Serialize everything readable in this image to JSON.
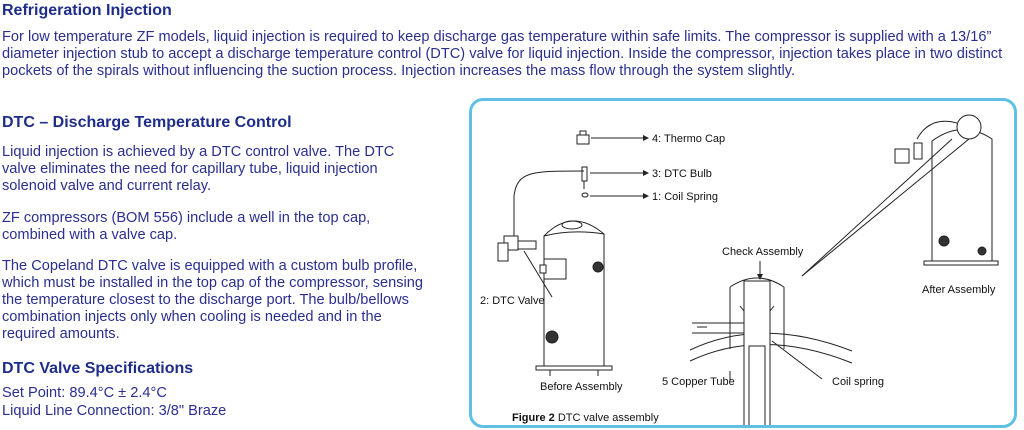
{
  "section": {
    "title": "Refrigeration Injection",
    "intro": "For low temperature ZF models, liquid injection is required to keep discharge gas temperature within safe limits. The compressor is supplied with a 13/16” diameter injection stub to accept a discharge temperature control (DTC) valve for liquid injection. Inside the compressor, injection takes place in two distinct pockets of the spirals without influencing the suction process. Injection increases the mass flow through the system slightly."
  },
  "dtc": {
    "title": "DTC – Discharge Temperature Control",
    "p1": "Liquid injection is achieved by a DTC control valve. The DTC valve eliminates the need for capillary tube, liquid injection solenoid valve and current relay.",
    "p2": "ZF compressors (BOM 556) include a well in the top cap, combined with a valve cap.",
    "p3": "The Copeland DTC valve is equipped with a custom bulb profile, which must be installed in the top cap of the compressor, sensing the temperature closest to the discharge port. The bulb/bellows combination injects only when cooling is needed and in the required amounts."
  },
  "specs": {
    "title": "DTC Valve Specifications",
    "set_point": "Set Point: 89.4°C ± 2.4°C",
    "liquid_line": "Liquid Line Connection: 3/8\" Braze"
  },
  "figure": {
    "caption_bold": "Figure 2",
    "caption_rest": " DTC valve assembly",
    "labels": {
      "thermo_cap": "4:  Thermo Cap",
      "dtc_bulb": "3: DTC Bulb",
      "coil_spring_1": "1:  Coil Spring",
      "dtc_valve": "2: DTC Valve",
      "before": "Before Assembly",
      "check": "Check Assembly",
      "after": "After Assembly",
      "copper_tube": "5 Copper Tube",
      "coil_spring_2": "Coil spring"
    },
    "accent_color": "#5fc0e4"
  }
}
